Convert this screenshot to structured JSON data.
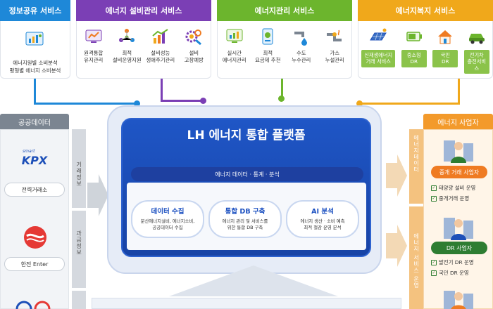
{
  "services": {
    "info_share": {
      "title": "정보공유 서비스",
      "items": [
        {
          "label": "에너지원별 소비분석\n평형별 에너지 소비분석"
        }
      ]
    },
    "facility": {
      "title": "에너지 설비관리 서비스",
      "items": [
        {
          "label": "원격통합\n유지관리"
        },
        {
          "label": "최적\n설비운영지원"
        },
        {
          "label": "설비성능\n생애주기관리"
        },
        {
          "label": "설비\n고장예방"
        }
      ]
    },
    "energy_mgmt": {
      "title": "에너지관리 서비스",
      "items": [
        {
          "label": "실시간\n에너지관리"
        },
        {
          "label": "최적\n요금제 추천"
        },
        {
          "label": "수도\n누수관리"
        },
        {
          "label": "가스\n누설관리"
        }
      ]
    },
    "welfare": {
      "title": "에너지복지 서비스",
      "items": [
        {
          "label": "신재생에너지\n거래 서비스"
        },
        {
          "label": "중소형\nDR"
        },
        {
          "label": "국민\nDR"
        },
        {
          "label": "전기차\n충전서비스"
        }
      ]
    }
  },
  "public_data": {
    "title": "공공데이터",
    "kpx_logo_top": "smart",
    "kpx_logo": "KPX",
    "kpx_name": "전력거래소",
    "kepco_name": "한전 Enter",
    "band1": "거래정보",
    "band2": "과금정보"
  },
  "platform": {
    "title": "LH 에너지 통합 플랫폼",
    "data_bar": "에너지 데이터 · 통계 · 분석",
    "features": [
      {
        "title": "데이터 수집",
        "desc": "분산에너지설비, 에너지소비,\n공공데이터 수집"
      },
      {
        "title": "통합 DB 구축",
        "desc": "에너지 관리 및 서비스를\n위한 통합 DB 구축"
      },
      {
        "title": "AI 분석",
        "desc": "에너지 생산 · 소비 예측\n최적 절감 운영 분석"
      }
    ]
  },
  "business": {
    "title": "에너지 사업자",
    "band1": "에너지데이터",
    "band2": "에너지 서비스 운영",
    "groups": [
      {
        "label": "중개 거래 사업자",
        "checks": [
          "태양광 설비 운영",
          "중개거래 운영"
        ]
      },
      {
        "label": "DR 사업자",
        "checks": [
          "발전기 DR 운영",
          "국민 DR 운영"
        ]
      }
    ]
  },
  "colors": {
    "info_share": "#1e88d8",
    "facility": "#7b3fb5",
    "energy_mgmt": "#6cb52d",
    "welfare": "#f0a81b",
    "platform": "#1d4fb8",
    "business": "#f39a2b",
    "biz_group1": "#ef7b22",
    "biz_group2": "#2e7d32"
  }
}
